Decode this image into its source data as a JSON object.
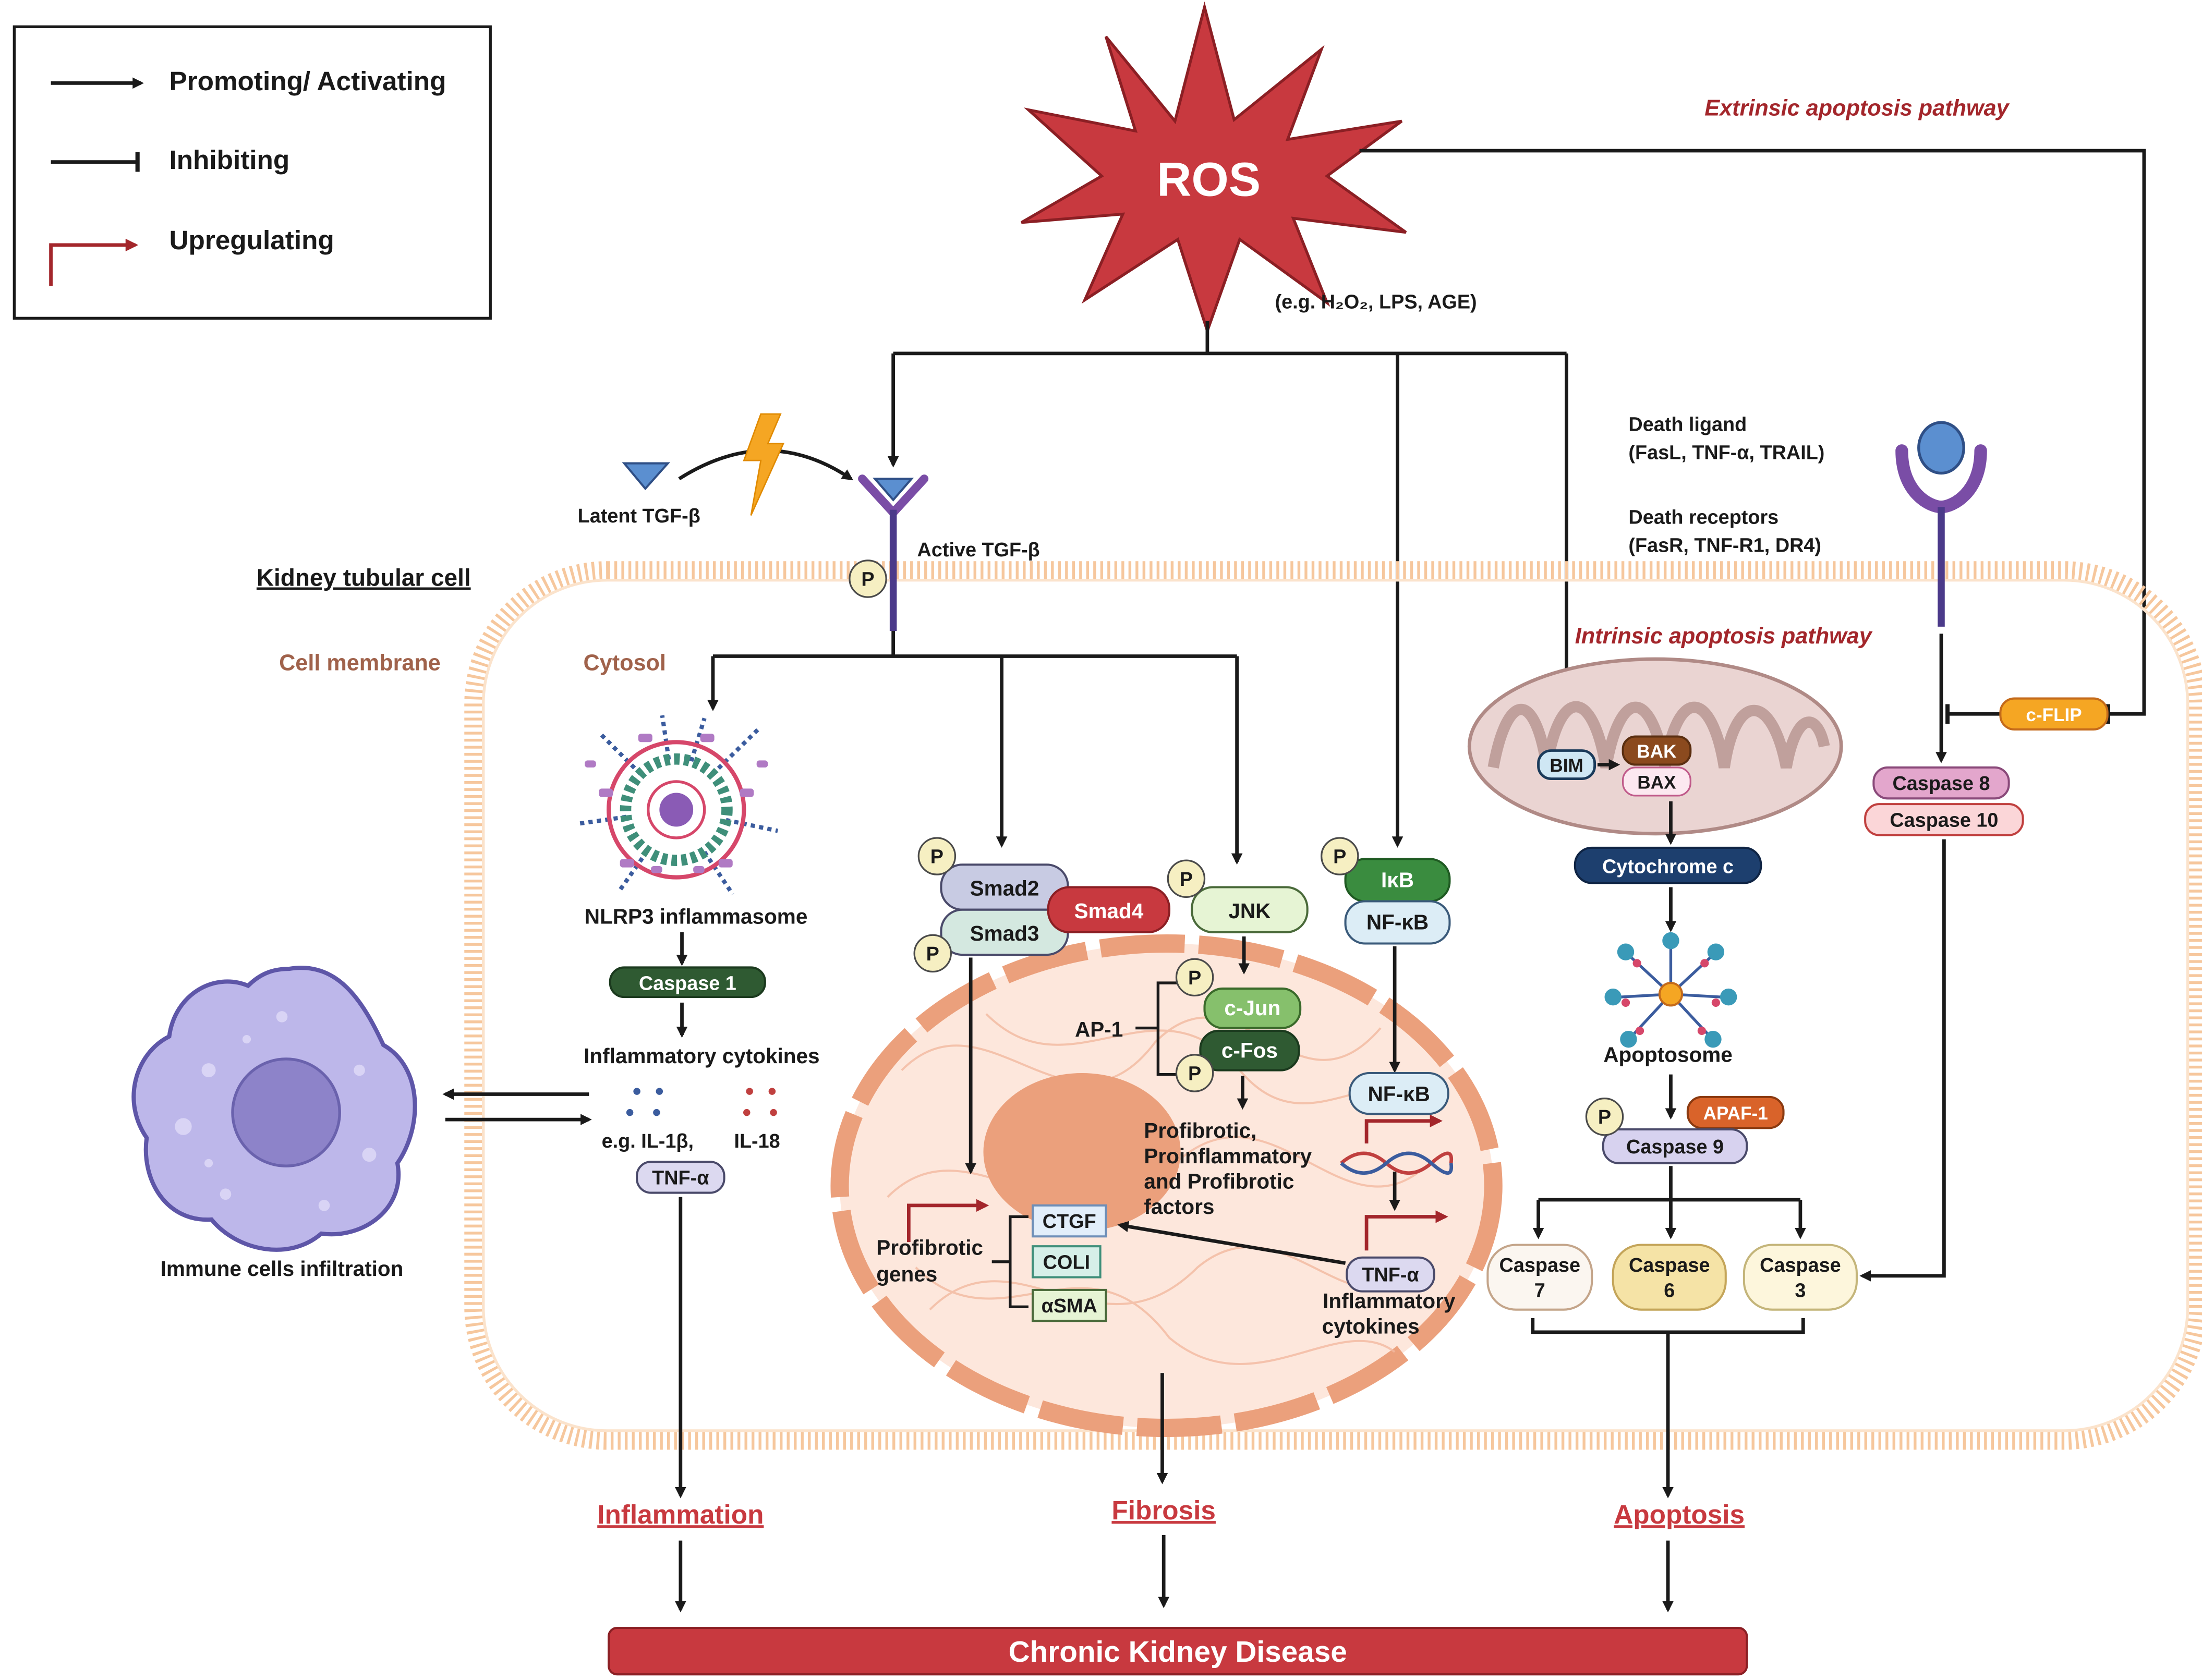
{
  "legend": {
    "promoting": "Promoting/ Activating",
    "inhibiting": "Inhibiting",
    "upregulating": "Upregulating"
  },
  "ros": {
    "label": "ROS",
    "examples": "(e.g. H₂O₂, LPS, AGE)"
  },
  "pathways": {
    "extrinsic": "Extrinsic apoptosis pathway",
    "intrinsic": "Intrinsic apoptosis pathway"
  },
  "tgf": {
    "latent": "Latent TGF-β",
    "active": "Active TGF-β"
  },
  "cell": {
    "title": "Kidney tubular cell",
    "membrane": "Cell membrane",
    "cytosol": "Cytosol"
  },
  "death": {
    "ligand_title": "Death ligand",
    "ligand_list": "(FasL, TNF-α, TRAIL)",
    "receptor_title": "Death receptors",
    "receptor_list": "(FasR, TNF-R1, DR4)"
  },
  "inflammasome": {
    "label": "NLRP3 inflammasome",
    "caspase1": "Caspase 1",
    "cytokines": "Inflammatory cytokines",
    "il1b": "e.g. IL-1β,",
    "il18": "IL-18",
    "tnfa": "TNF-α"
  },
  "immune": "Immune cells infiltration",
  "phospho": "P",
  "smad": {
    "smad2": "Smad2",
    "smad3": "Smad3",
    "smad4": "Smad4"
  },
  "jnk": {
    "jnk": "JNK",
    "ap1": "AP-1",
    "cjun": "c-Jun",
    "cfos": "c-Fos",
    "factors": [
      "Profibrotic,",
      "Proinflammatory",
      "and Profibrotic",
      "factors"
    ]
  },
  "nfkb": {
    "ikb": "IκB",
    "nfkb": "NF-κB",
    "nfkb_nuclear": "NF-κB",
    "tnfa": "TNF-α",
    "cytokines_1": "Inflammatory",
    "cytokines_2": "cytokines"
  },
  "genes": {
    "label_1": "Profibrotic",
    "label_2": "genes",
    "ctgf": "CTGF",
    "coli": "COLI",
    "asma": "αSMA"
  },
  "mito": {
    "bim": "BIM",
    "bak": "BAK",
    "bax": "BAX",
    "cytc": "Cytochrome c",
    "apoptosome": "Apoptosome",
    "apaf1": "APAF-1",
    "casp9": "Caspase 9"
  },
  "extrinsic": {
    "cflip": "c-FLIP",
    "casp8": "Caspase 8",
    "casp10": "Caspase 10"
  },
  "executioner": {
    "caspase_word": "Caspase",
    "n7": "7",
    "n6": "6",
    "n3": "3"
  },
  "outcomes": {
    "inflammation": "Inflammation",
    "fibrosis": "Fibrosis",
    "apoptosis": "Apoptosis",
    "ckd": "Chronic Kidney Disease"
  },
  "colors": {
    "ros_fill": "#c8393f",
    "outcome_red": "#c8393f",
    "pathway_red": "#a3262b",
    "membrane": "#f6c79d",
    "ckd_bar": "#c8393f"
  }
}
